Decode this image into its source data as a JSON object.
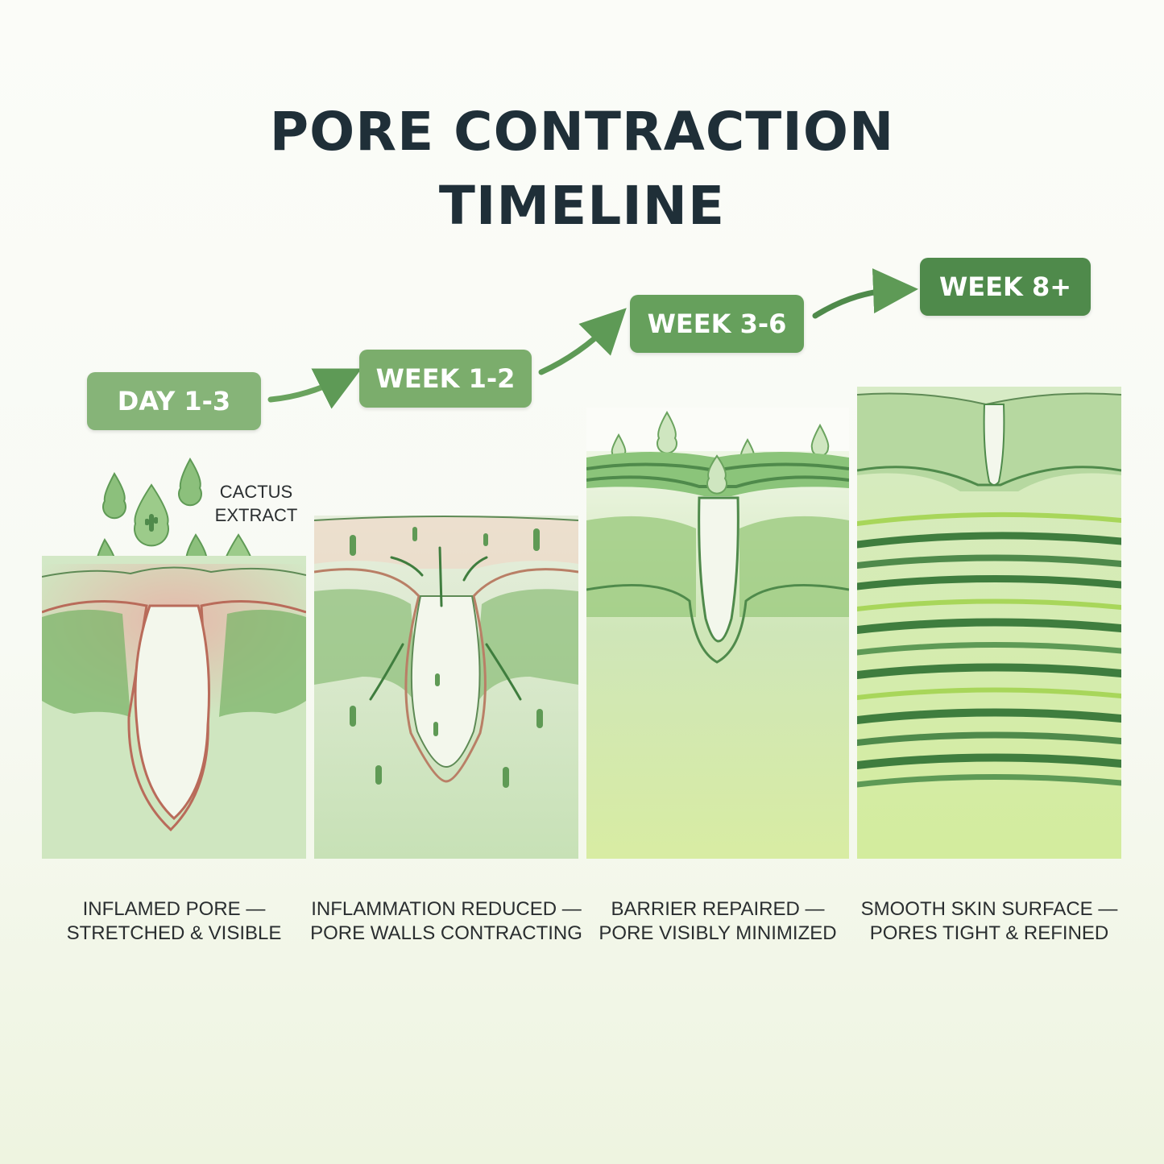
{
  "title": {
    "line1": "PORE CONTRACTION",
    "line2": "TIMELINE"
  },
  "colors": {
    "title": "#1f2f38",
    "label_light": "#86b478",
    "label_dark": "#4f8a4b",
    "skin_green": "#b9d9a8",
    "inflamed_red": "#e2a59a",
    "dark_band": "#3f7d3e",
    "lime_band": "#a8d65a"
  },
  "annotation": {
    "line1": "CACTUS",
    "line2": "EXTRACT"
  },
  "stages": [
    {
      "label": "DAY 1-3",
      "caption1": "INFLAMED PORE —",
      "caption2": "STRETCHED & VISIBLE"
    },
    {
      "label": "WEEK 1-2",
      "caption1": "INFLAMMATION REDUCED —",
      "caption2": "PORE WALLS CONTRACTING"
    },
    {
      "label": "WEEK 3-6",
      "caption1": "BARRIER REPAIRED —",
      "caption2": "PORE VISIBLY MINIMIZED"
    },
    {
      "label": "WEEK 8+",
      "caption1": "SMOOTH SKIN SURFACE —",
      "caption2": "PORES TIGHT & REFINED"
    }
  ],
  "icons": {
    "droplet": "droplet-icon",
    "cactus": "cactus-icon",
    "arrow": "progress-arrow-icon"
  }
}
